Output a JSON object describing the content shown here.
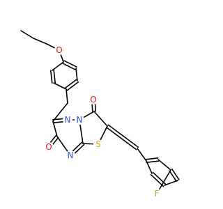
{
  "colors": {
    "bond": "#000000",
    "O": "#ff0d0d",
    "N": "#3050f8",
    "S": "#c8b400",
    "F": "#8fbf3f"
  },
  "molecule": {
    "atoms": [
      {
        "id": "c_pr1",
        "element": "C",
        "label": ""
      },
      {
        "id": "c_pr2",
        "element": "C",
        "label": ""
      },
      {
        "id": "c_pr3",
        "element": "C",
        "label": ""
      },
      {
        "id": "o_ether",
        "element": "O",
        "label": "O"
      },
      {
        "id": "c_ar1",
        "element": "C",
        "label": ""
      },
      {
        "id": "c_ar2",
        "element": "C",
        "label": ""
      },
      {
        "id": "c_ar3",
        "element": "C",
        "label": ""
      },
      {
        "id": "c_ar4",
        "element": "C",
        "label": ""
      },
      {
        "id": "c_ar5",
        "element": "C",
        "label": ""
      },
      {
        "id": "c_ar6",
        "element": "C",
        "label": ""
      },
      {
        "id": "c_ch2",
        "element": "C",
        "label": ""
      },
      {
        "id": "c_c6",
        "element": "C",
        "label": ""
      },
      {
        "id": "c_c7",
        "element": "C",
        "label": ""
      },
      {
        "id": "o_c7",
        "element": "O",
        "label": "O"
      },
      {
        "id": "n_ring",
        "element": "N",
        "label": "N"
      },
      {
        "id": "c_c8a",
        "element": "C",
        "label": ""
      },
      {
        "id": "n_n4",
        "element": "N",
        "label": "N"
      },
      {
        "id": "n_n5",
        "element": "N",
        "label": "N"
      },
      {
        "id": "c_c3",
        "element": "C",
        "label": ""
      },
      {
        "id": "o_c3",
        "element": "O",
        "label": "O"
      },
      {
        "id": "c_c2",
        "element": "C",
        "label": ""
      },
      {
        "id": "s_ring",
        "element": "S",
        "label": "S"
      },
      {
        "id": "c_vinyl",
        "element": "C",
        "label": ""
      },
      {
        "id": "c_fa1",
        "element": "C",
        "label": ""
      },
      {
        "id": "c_fa2",
        "element": "C",
        "label": ""
      },
      {
        "id": "c_fa3",
        "element": "C",
        "label": ""
      },
      {
        "id": "c_fa4",
        "element": "C",
        "label": ""
      },
      {
        "id": "c_fa5",
        "element": "C",
        "label": ""
      },
      {
        "id": "c_fa6",
        "element": "C",
        "label": ""
      },
      {
        "id": "f_sub",
        "element": "F",
        "label": "F"
      }
    ],
    "bonds": [
      {
        "a": "c_pr1",
        "b": "c_pr2",
        "order": 1
      },
      {
        "a": "c_pr2",
        "b": "c_pr3",
        "order": 1
      },
      {
        "a": "c_pr3",
        "b": "o_ether",
        "order": 1
      },
      {
        "a": "o_ether",
        "b": "c_ar1",
        "order": 1
      },
      {
        "a": "c_ar1",
        "b": "c_ar2",
        "order": 2
      },
      {
        "a": "c_ar2",
        "b": "c_ar3",
        "order": 1
      },
      {
        "a": "c_ar3",
        "b": "c_ar4",
        "order": 2
      },
      {
        "a": "c_ar4",
        "b": "c_ar5",
        "order": 1
      },
      {
        "a": "c_ar5",
        "b": "c_ar6",
        "order": 2
      },
      {
        "a": "c_ar6",
        "b": "c_ar1",
        "order": 1
      },
      {
        "a": "c_ar4",
        "b": "c_ch2",
        "order": 1
      },
      {
        "a": "c_ch2",
        "b": "c_c6",
        "order": 1
      },
      {
        "a": "c_c6",
        "b": "c_c7",
        "order": 1
      },
      {
        "a": "c_c7",
        "b": "o_c7",
        "order": 2
      },
      {
        "a": "c_c7",
        "b": "n_ring",
        "order": 1
      },
      {
        "a": "n_ring",
        "b": "c_c8a",
        "order": 2
      },
      {
        "a": "c_c8a",
        "b": "n_n4",
        "order": 1
      },
      {
        "a": "n_n4",
        "b": "n_n5",
        "order": 1
      },
      {
        "a": "n_n5",
        "b": "c_c6",
        "order": 2
      },
      {
        "a": "n_n4",
        "b": "c_c3",
        "order": 1
      },
      {
        "a": "c_c3",
        "b": "o_c3",
        "order": 2
      },
      {
        "a": "c_c3",
        "b": "c_c2",
        "order": 1
      },
      {
        "a": "c_c2",
        "b": "s_ring",
        "order": 1
      },
      {
        "a": "s_ring",
        "b": "c_c8a",
        "order": 1
      },
      {
        "a": "c_c2",
        "b": "c_vinyl",
        "order": 2
      },
      {
        "a": "c_vinyl",
        "b": "c_fa1",
        "order": 1
      },
      {
        "a": "c_fa1",
        "b": "c_fa2",
        "order": 2
      },
      {
        "a": "c_fa2",
        "b": "c_fa3",
        "order": 1
      },
      {
        "a": "c_fa3",
        "b": "c_fa4",
        "order": 2
      },
      {
        "a": "c_fa4",
        "b": "c_fa5",
        "order": 1
      },
      {
        "a": "c_fa5",
        "b": "c_fa6",
        "order": 2
      },
      {
        "a": "c_fa6",
        "b": "c_fa1",
        "order": 1
      },
      {
        "a": "c_fa3",
        "b": "f_sub",
        "order": 1
      }
    ]
  }
}
